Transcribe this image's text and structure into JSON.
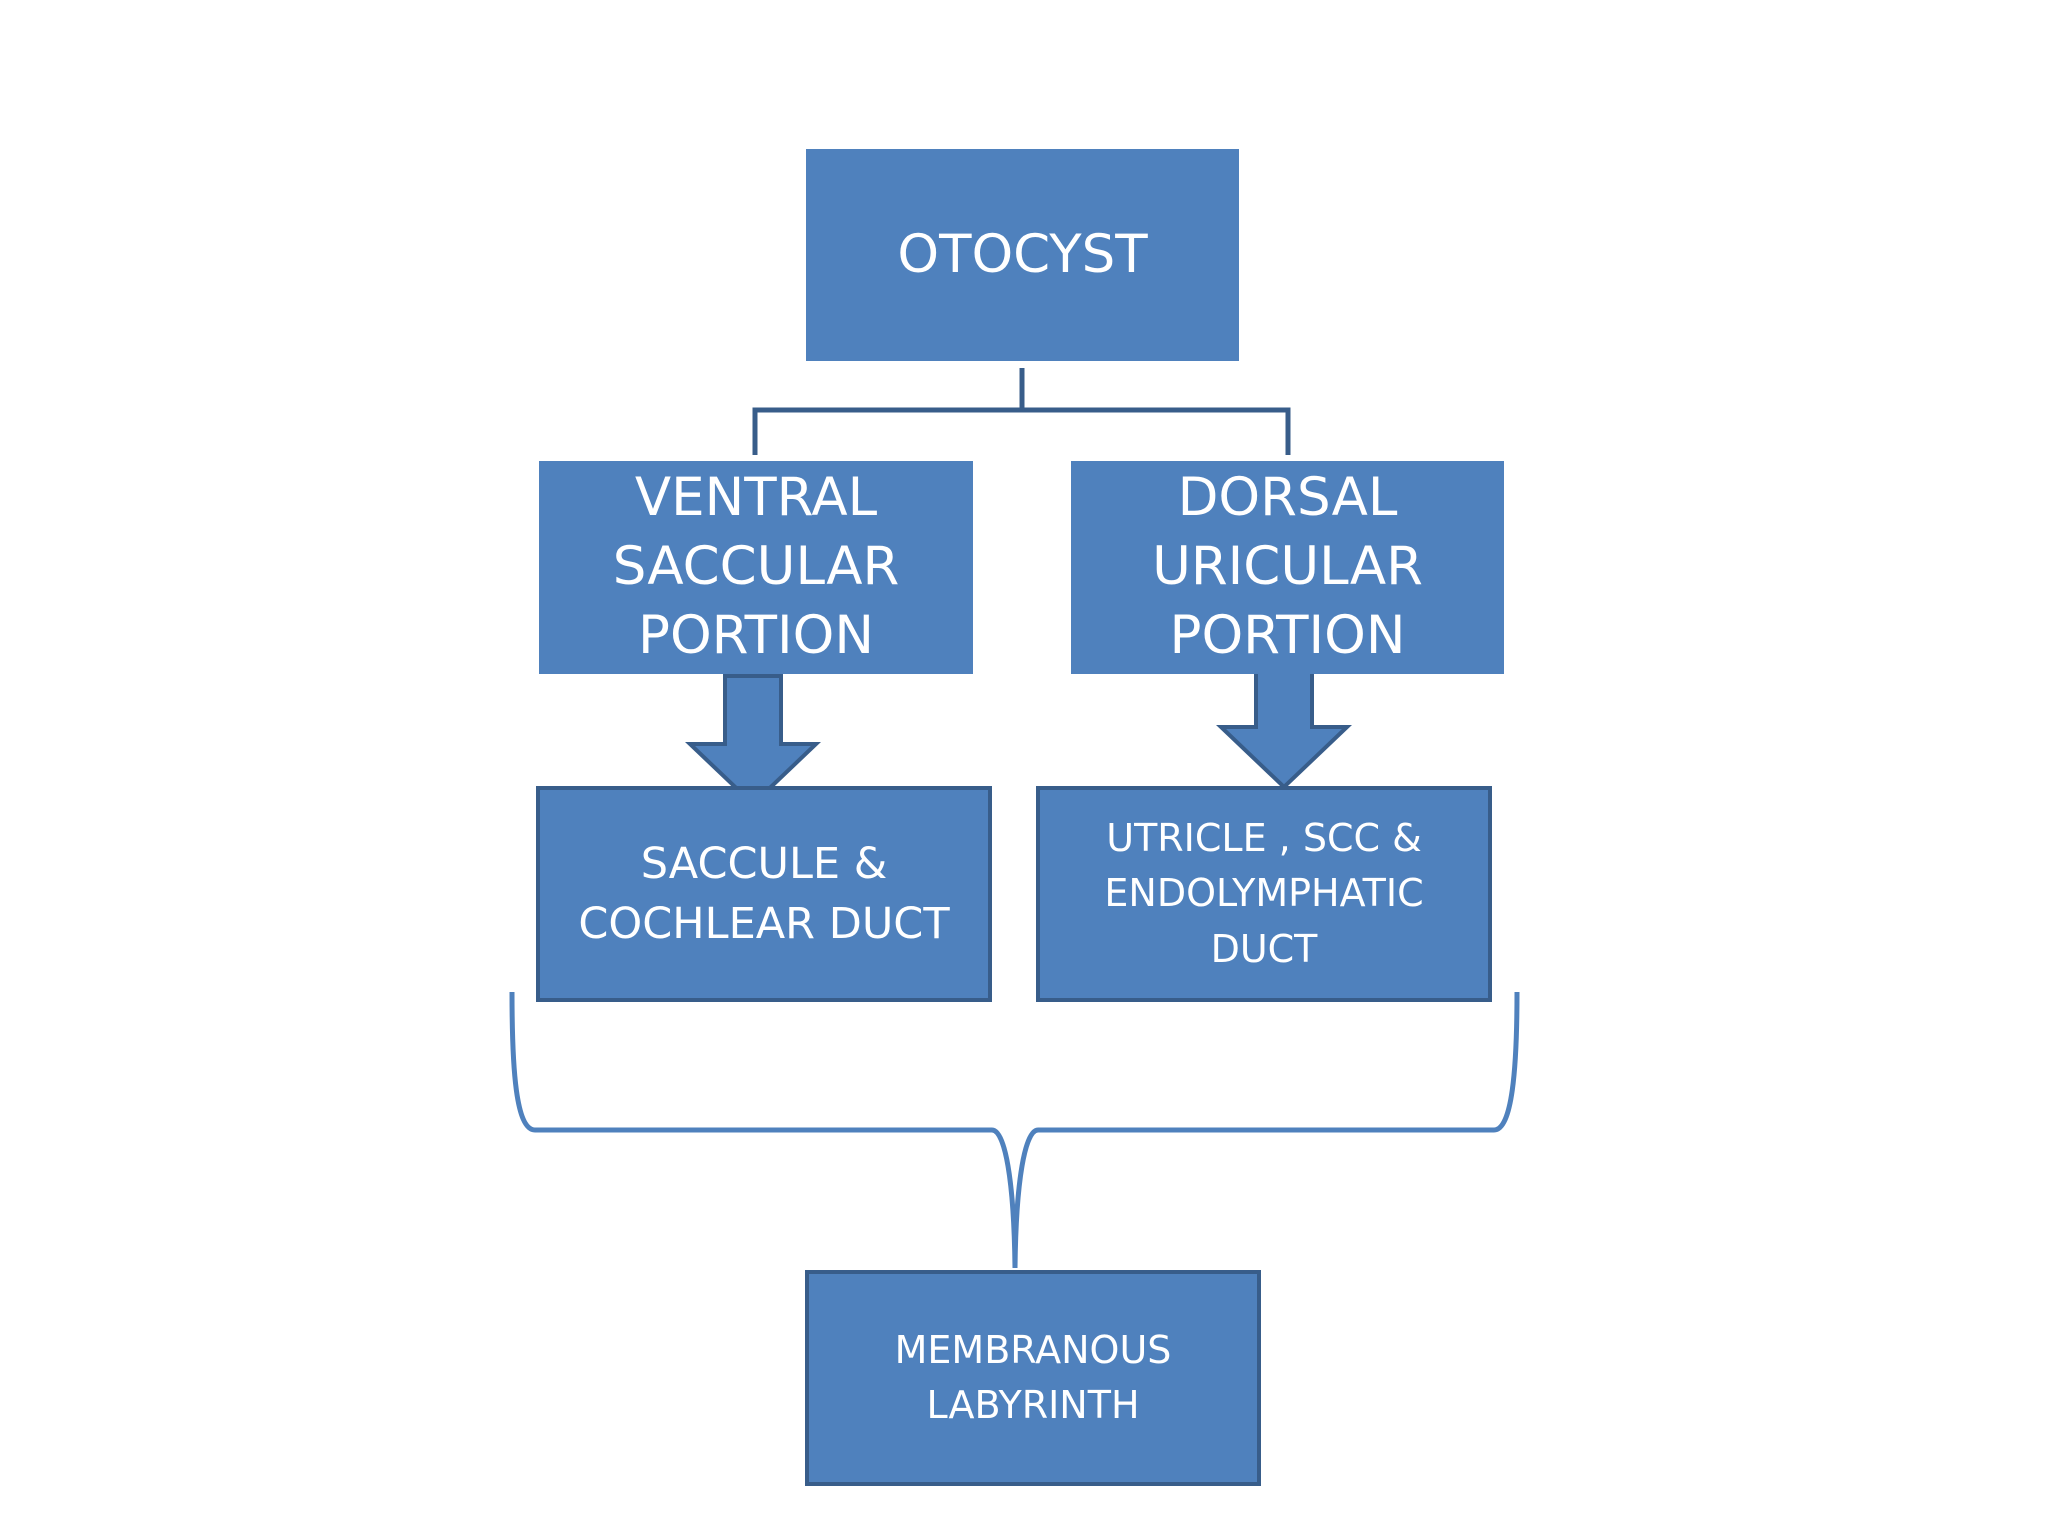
{
  "diagram": {
    "nodes": {
      "otocyst": "OTOCYST",
      "ventral": "VENTRAL\nSACCULAR\nPORTION",
      "dorsal": "DORSAL\nURICULAR\nPORTION",
      "saccule": "SACCULE &\nCOCHLEAR DUCT",
      "utricle": "UTRICLE , SCC &\nENDOLYMPHATIC\nDUCT",
      "membranous": "MEMBRANOUS\nLABYRINTH"
    },
    "colors": {
      "box_fill": "#4f81bd",
      "box_border": "#385d8a",
      "text": "#ffffff",
      "connector": "#385d8a",
      "background": "#ffffff"
    }
  }
}
